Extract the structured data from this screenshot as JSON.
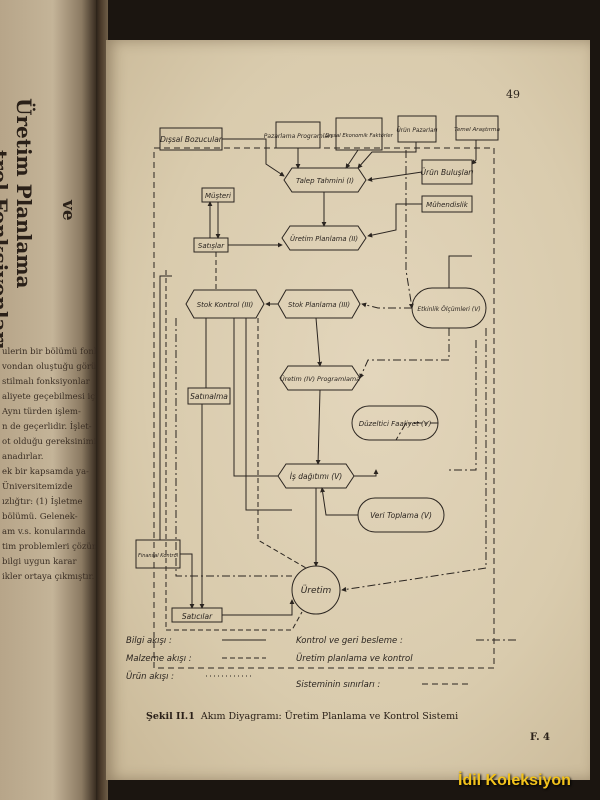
{
  "left_page": {
    "title_line1": "Üretim Planlama",
    "title_line2": "ve",
    "title_line3": "trol Fonksiyonları",
    "text_lines": [
      "ulerin bir bölümü fonk-",
      "vondan oluştuğu görü-",
      "stilmalı fonksiyonlar",
      "aliyete geçebilmesi için",
      "Aynı türden işlem-",
      "n de geçerlidir. İşlet-",
      "ot olduğu gereksinimi",
      "anadırlar.",
      "",
      "ek bir kapsamda ya-",
      "Üniversitemizde",
      "ızlığtır: (1) İşletme",
      "bölümü. Gelenek-",
      "am v.s. konularında",
      "tim problemleri çözüm-",
      "bilgi uygun karar",
      "ikler ortaya çıkmıştır."
    ]
  },
  "page_number": "49",
  "diagram": {
    "boxes": {
      "dissal_bozucular": "Dışsal Bozucular",
      "pazarlama_programlari": "Pazarlama Programları",
      "dissal_ekonomik": "Dışsal Ekonomik Faktörler",
      "urun_pazarlari": "Ürün Pazarları",
      "temel_arastirma": "Temel Araştırma",
      "urun_bulucular": "Ürün Buluşları",
      "musteri": "Müşteri",
      "muhendislik": "Mühendislik",
      "satislar": "Satışlar",
      "satinalma": "Satınalma",
      "finansal_kontrol": "Finansal Kontrol",
      "saticilar": "Satıcılar"
    },
    "hexes": {
      "talep_tahmini": "Talep Tahmini (I)",
      "uretim_planlama": "Üretim Planlama (II)",
      "stok_kontrol": "Stok Kontrol (III)",
      "stok_planlama": "Stok Planlama (III)",
      "uretim_programlama": "Üretim (IV) Programlama",
      "is_dagitimi": "İş dağıtımı (V)"
    },
    "ovals": {
      "etkinlik_olcumleri": "Etkinlik Ölçümleri (V)",
      "duzeltici_faaliyet": "Düzeltici Faaliyet (V)",
      "veri_toplama": "Veri Toplama (V)",
      "uretim": "Üretim"
    },
    "legend": {
      "bilgi": "Bilgi akışı :",
      "malzeme": "Malzeme akışı :",
      "urun": "Ürün akışı :",
      "kontrol": "Kontrol ve geri besleme :",
      "planlama": "Üretim planlama ve kontrol",
      "sinirlar": "Sisteminin sınırları :"
    }
  },
  "caption": {
    "label": "Şekil II.1",
    "text": "Akım Diyagramı: Üretim Planlama ve Kontrol Sistemi"
  },
  "footer": "F. 4",
  "watermark": "İdil Koleksiyon"
}
